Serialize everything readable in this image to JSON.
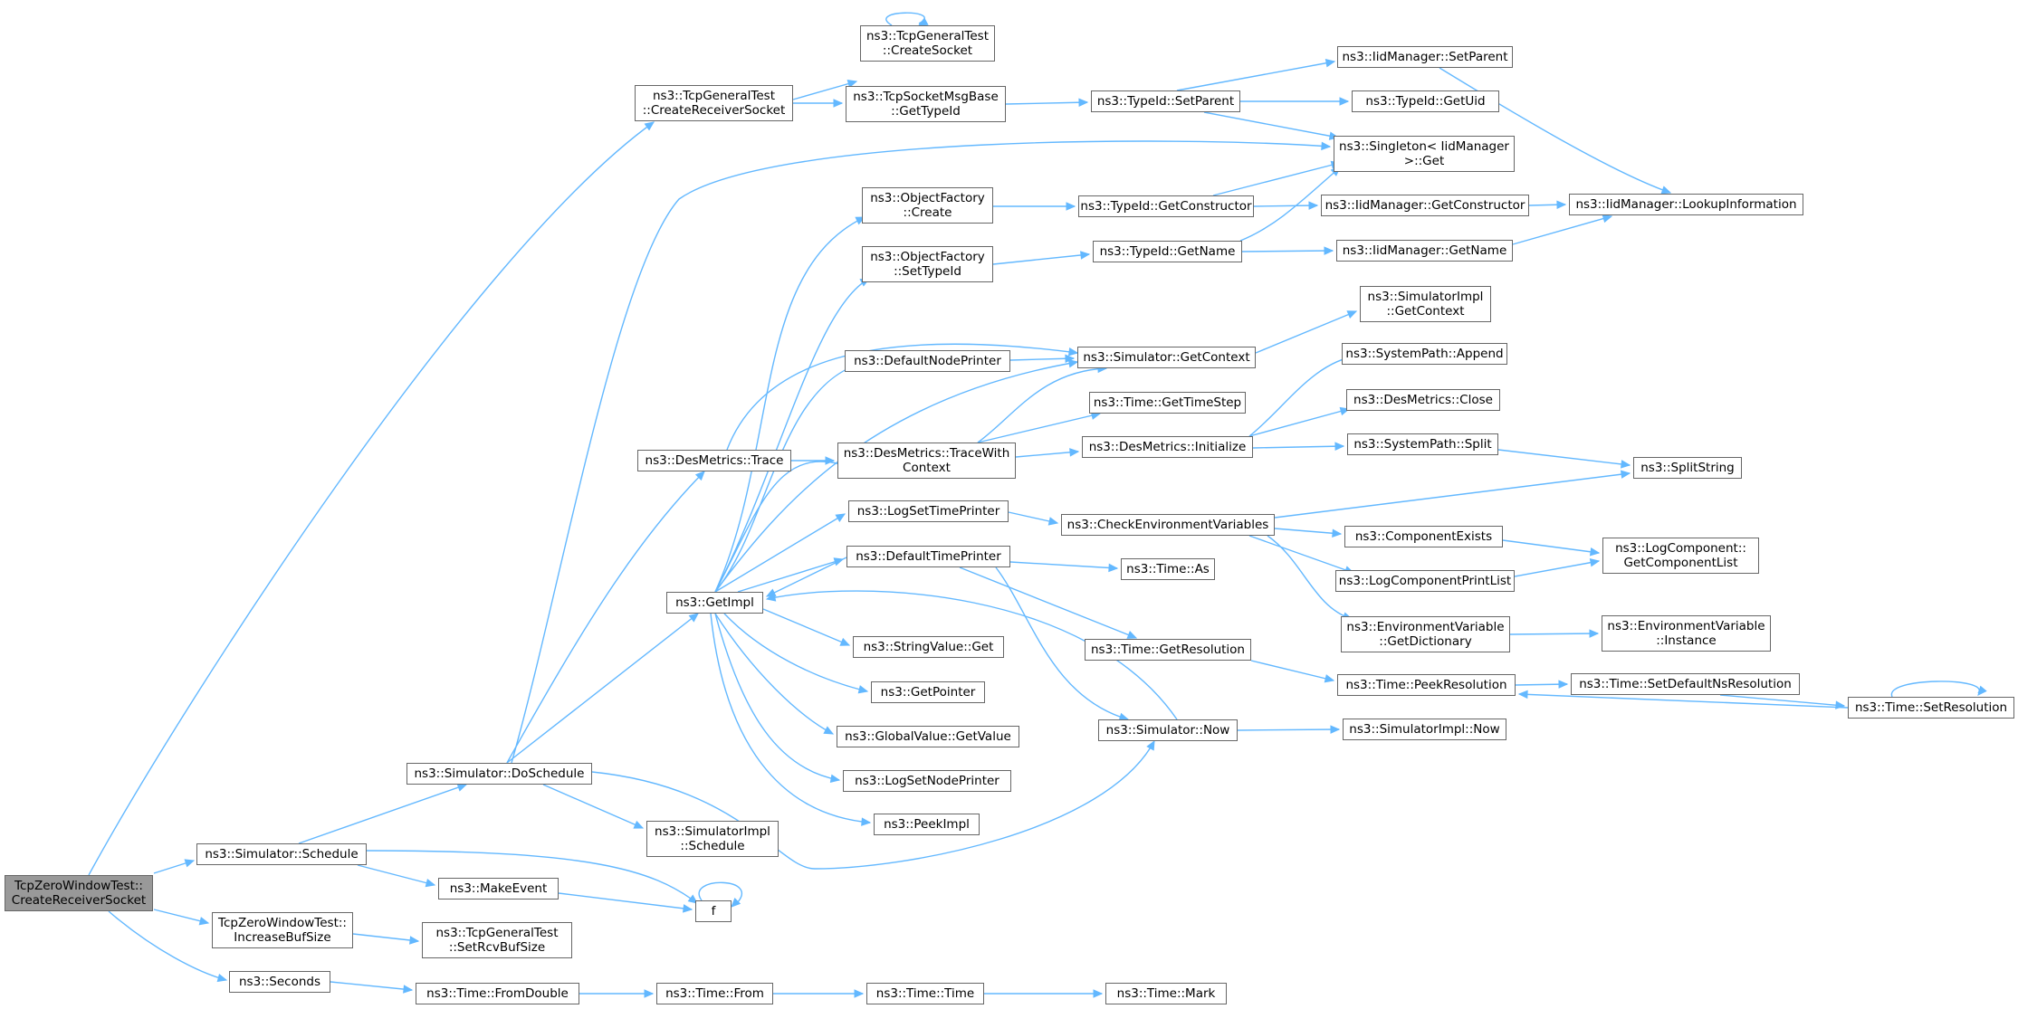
{
  "colors": {
    "edge": "#63b8ff",
    "node_border": "#666666",
    "root_fill": "#999999",
    "node_fill": "#ffffff"
  },
  "nodes": {
    "root": "TcpZeroWindowTest::\nCreateReceiverSocket",
    "tgt_create_receiver_socket": "ns3::TcpGeneralTest\n::CreateReceiverSocket",
    "tgt_create_socket": "ns3::TcpGeneralTest\n::CreateSocket",
    "tcp_socket_msg_base_get_type_id": "ns3::TcpSocketMsgBase\n::GetTypeId",
    "type_id_set_parent": "ns3::TypeId::SetParent",
    "iid_manager_set_parent": "ns3::IidManager::SetParent",
    "type_id_get_uid": "ns3::TypeId::GetUid",
    "singleton_get": "ns3::Singleton< IidManager\n>::Get",
    "object_factory_create": "ns3::ObjectFactory\n::Create",
    "type_id_get_constructor": "ns3::TypeId::GetConstructor",
    "iid_manager_get_constructor": "ns3::IidManager::GetConstructor",
    "iid_manager_lookup_information": "ns3::IidManager::LookupInformation",
    "object_factory_set_type_id": "ns3::ObjectFactory\n::SetTypeId",
    "type_id_get_name": "ns3::TypeId::GetName",
    "iid_manager_get_name": "ns3::IidManager::GetName",
    "simulator_impl_get_context": "ns3::SimulatorImpl\n::GetContext",
    "default_node_printer": "ns3::DefaultNodePrinter",
    "simulator_get_context": "ns3::Simulator::GetContext",
    "system_path_append": "ns3::SystemPath::Append",
    "time_get_time_step": "ns3::Time::GetTimeStep",
    "des_metrics_close": "ns3::DesMetrics::Close",
    "des_metrics_trace": "ns3::DesMetrics::Trace",
    "des_metrics_trace_with_context": "ns3::DesMetrics::TraceWith\nContext",
    "des_metrics_initialize": "ns3::DesMetrics::Initialize",
    "system_path_split": "ns3::SystemPath::Split",
    "split_string": "ns3::SplitString",
    "log_set_time_printer": "ns3::LogSetTimePrinter",
    "check_environment_variables": "ns3::CheckEnvironmentVariables",
    "component_exists": "ns3::ComponentExists",
    "log_component_get_component_list": "ns3::LogComponent::\nGetComponentList",
    "default_time_printer": "ns3::DefaultTimePrinter",
    "time_as": "ns3::Time::As",
    "log_component_print_list": "ns3::LogComponentPrintList",
    "get_impl": "ns3::GetImpl",
    "environment_variable_get_dictionary": "ns3::EnvironmentVariable\n::GetDictionary",
    "environment_variable_instance": "ns3::EnvironmentVariable\n::Instance",
    "string_value_get": "ns3::StringValue::Get",
    "time_get_resolution": "ns3::Time::GetResolution",
    "get_pointer": "ns3::GetPointer",
    "time_peek_resolution": "ns3::Time::PeekResolution",
    "time_set_default_ns_resolution": "ns3::Time::SetDefaultNsResolution",
    "time_set_resolution": "ns3::Time::SetResolution",
    "global_value_get_value": "ns3::GlobalValue::GetValue",
    "simulator_now": "ns3::Simulator::Now",
    "simulator_impl_now": "ns3::SimulatorImpl::Now",
    "simulator_do_schedule": "ns3::Simulator::DoSchedule",
    "log_set_node_printer": "ns3::LogSetNodePrinter",
    "peek_impl": "ns3::PeekImpl",
    "simulator_impl_schedule": "ns3::SimulatorImpl\n::Schedule",
    "simulator_schedule": "ns3::Simulator::Schedule",
    "make_event": "ns3::MakeEvent",
    "f": "f",
    "increase_buf_size": "TcpZeroWindowTest::\nIncreaseBufSize",
    "set_rcv_buf_size": "ns3::TcpGeneralTest\n::SetRcvBufSize",
    "seconds": "ns3::Seconds",
    "time_from_double": "ns3::Time::FromDouble",
    "time_from": "ns3::Time::From",
    "time_time": "ns3::Time::Time",
    "time_mark": "ns3::Time::Mark"
  }
}
